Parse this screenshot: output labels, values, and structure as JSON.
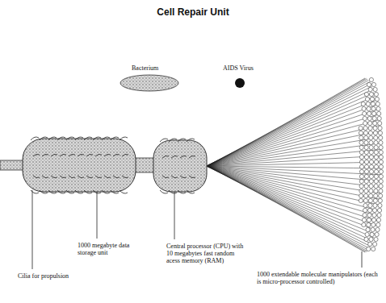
{
  "diagram": {
    "title": "Cell Repair Unit",
    "labels": [
      "Bacterium",
      "AIDS Virus",
      "1000 megabyte data storage unit",
      "Central processor (CPU) with 10 megabytes fast random acess memory (RAM)",
      "Cilia for propulsion",
      "1000 extendable molecular manipulators (each is micro-processor controlled)"
    ]
  }
}
